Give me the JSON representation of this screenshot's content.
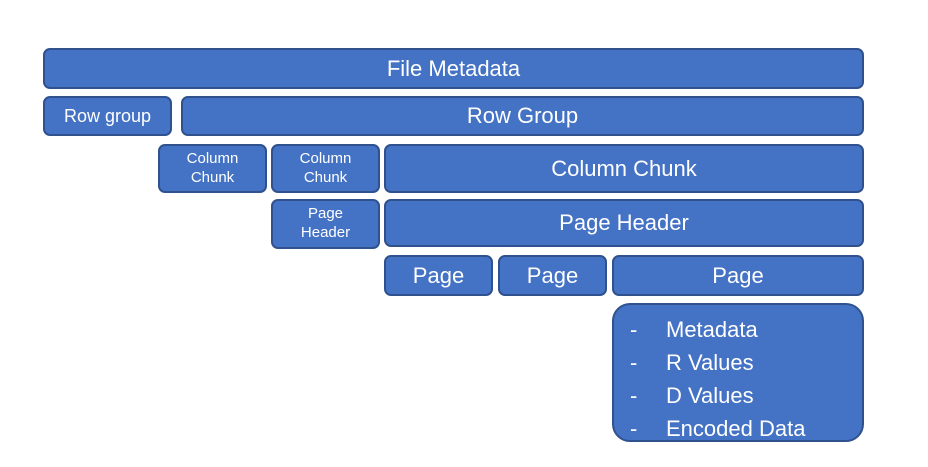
{
  "diagram": {
    "file_metadata": "File Metadata",
    "row_group_small": "Row group",
    "row_group": "Row Group",
    "column_chunk_small_1": "Column\nChunk",
    "column_chunk_small_2": "Column\nChunk",
    "column_chunk": "Column Chunk",
    "page_header_small": "Page\nHeader",
    "page_header": "Page Header",
    "page_1": "Page",
    "page_2": "Page",
    "page_3": "Page",
    "page_contents": [
      {
        "bullet": "-",
        "text": "Metadata"
      },
      {
        "bullet": "-",
        "text": "R Values"
      },
      {
        "bullet": "-",
        "text": "D Values"
      },
      {
        "bullet": "-",
        "text": "Encoded Data"
      }
    ]
  }
}
